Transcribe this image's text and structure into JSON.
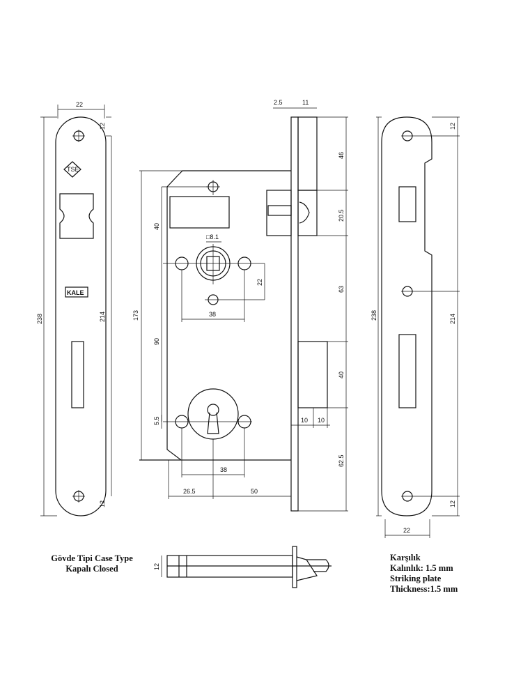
{
  "front_plate": {
    "dims": {
      "width": "22",
      "hole_offset_top": "12",
      "hole_offset_bottom": "12",
      "total_height": "238",
      "hole_spacing": "214"
    },
    "logos": [
      "TSE",
      "KALE"
    ]
  },
  "case": {
    "dims": {
      "faceplate": "2.5",
      "latch_depth": "11",
      "top_to_latch": "46",
      "latch_height": "20.5",
      "latch_to_bolt": "63",
      "bolt_height": "40",
      "bolt_to_bottom": "62.5",
      "bolt_throw_1": "10",
      "bolt_throw_2": "10",
      "case_height": "173",
      "spindle_from_top": "40",
      "spindle_to_key": "90",
      "key_hole_offset": "5.5",
      "spindle_hole_offset": "22",
      "spindle_hole_spacing": "38",
      "key_hole_spacing": "38",
      "backset": "50",
      "case_left": "26.5",
      "spindle": "□8.1"
    }
  },
  "strike_plate": {
    "dims": {
      "width": "22",
      "hole_offset_top": "12",
      "hole_offset_bottom": "12",
      "total_height": "238",
      "hole_spacing": "214"
    }
  },
  "bolt_view": {
    "dims": {
      "height": "12"
    }
  },
  "captions": {
    "case_type_line1": "Gövde Tipi Case Type",
    "case_type_line2": "Kapalı Closed",
    "strike_line1": "Karşılık",
    "strike_line2": "Kalınlık: 1.5 mm",
    "strike_line3": "Striking plate",
    "strike_line4": "Thickness:1.5 mm"
  }
}
